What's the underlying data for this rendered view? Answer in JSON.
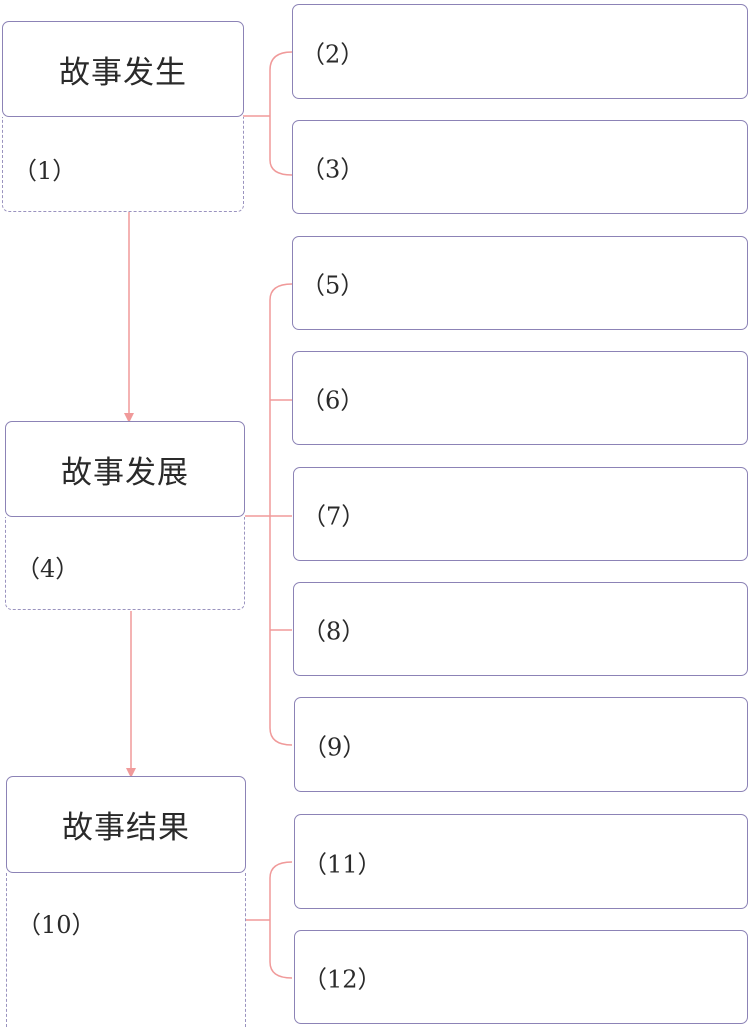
{
  "stages": [
    {
      "title": "故事发生",
      "note_label": "（1）"
    },
    {
      "title": "故事发展",
      "note_label": "（4）"
    },
    {
      "title": "故事结果",
      "note_label": "（10）"
    }
  ],
  "boxes": [
    {
      "label": "（2）"
    },
    {
      "label": "（3）"
    },
    {
      "label": "（5）"
    },
    {
      "label": "（6）"
    },
    {
      "label": "（7）"
    },
    {
      "label": "（8）"
    },
    {
      "label": "（9）"
    },
    {
      "label": "（11）"
    },
    {
      "label": "（12）"
    }
  ],
  "colors": {
    "box_border": "#8c83b6",
    "connector": "#f09a9a"
  }
}
